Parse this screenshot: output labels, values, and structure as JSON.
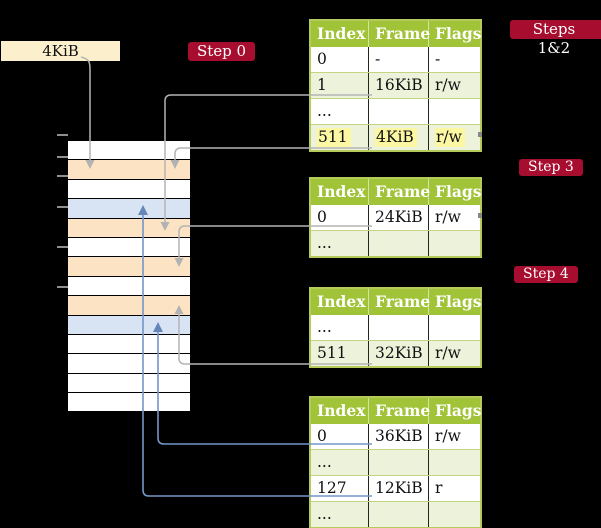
{
  "frame_label": {
    "text": "4KiB"
  },
  "steps": {
    "step0": "Step 0",
    "steps12": "Steps 1&2",
    "step3": "Step 3",
    "step4": "Step 4"
  },
  "memory_strip": {
    "rows": [
      {
        "fill": "white"
      },
      {
        "fill": "orange"
      },
      {
        "fill": "white"
      },
      {
        "fill": "blue"
      },
      {
        "fill": "orange"
      },
      {
        "fill": "white"
      },
      {
        "fill": "orange"
      },
      {
        "fill": "white"
      },
      {
        "fill": "orange"
      },
      {
        "fill": "blue"
      },
      {
        "fill": "white"
      },
      {
        "fill": "white"
      },
      {
        "fill": "white"
      },
      {
        "fill": "white"
      }
    ]
  },
  "tables": [
    {
      "headers": [
        "Index",
        "Frame",
        "Flags"
      ],
      "rows": [
        {
          "cells": [
            "0",
            "-",
            "-"
          ]
        },
        {
          "cells": [
            "1",
            "16KiB",
            "r/w"
          ]
        },
        {
          "cells": [
            "...",
            "",
            ""
          ]
        },
        {
          "cells": [
            "511",
            "4KiB",
            "r/w"
          ]
        }
      ]
    },
    {
      "headers": [
        "Index",
        "Frame",
        "Flags"
      ],
      "rows": [
        {
          "cells": [
            "0",
            "24KiB",
            "r/w"
          ]
        },
        {
          "cells": [
            "...",
            "",
            ""
          ]
        }
      ]
    },
    {
      "headers": [
        "Index",
        "Frame",
        "Flags"
      ],
      "rows": [
        {
          "cells": [
            "...",
            "",
            ""
          ]
        },
        {
          "cells": [
            "511",
            "32KiB",
            "r/w"
          ]
        }
      ]
    },
    {
      "headers": [
        "Index",
        "Frame",
        "Flags"
      ],
      "rows": [
        {
          "cells": [
            "0",
            "36KiB",
            "r/w"
          ]
        },
        {
          "cells": [
            "...",
            "",
            ""
          ]
        },
        {
          "cells": [
            "127",
            "12KiB",
            "r"
          ]
        },
        {
          "cells": [
            "...",
            "",
            ""
          ]
        }
      ]
    }
  ],
  "colors": {
    "background": "#000000",
    "step_label_red": "#a60d2e",
    "frame_label_beige": "#fbf0cb",
    "table_header_green": "#a0c337",
    "table_row_green": "#edf2db",
    "table_border_olive": "#b4ca5a",
    "highlight_yellow": "#fbf7a3",
    "memory_orange": "#fce3c4",
    "memory_blue": "#d8e3f4",
    "arrow_gray": "#b4b4b4",
    "arrow_blue": "#7595c8"
  }
}
